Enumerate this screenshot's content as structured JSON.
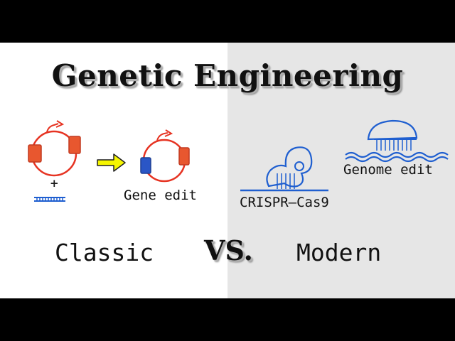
{
  "title": "Genetic Engineering",
  "labels": {
    "gene_edit": "Gene edit",
    "crispr": "CRISPR–Cas9",
    "genome_edit": "Genome edit",
    "plus": "+"
  },
  "footer": {
    "classic": "Classic",
    "vs": "VS.",
    "modern": "Modern"
  },
  "colors": {
    "plasmid": "#e63322",
    "insert": "#e8572f",
    "edit": "#2a56c6",
    "arrow": "#f5f500",
    "dna": "#1f5fd0"
  }
}
